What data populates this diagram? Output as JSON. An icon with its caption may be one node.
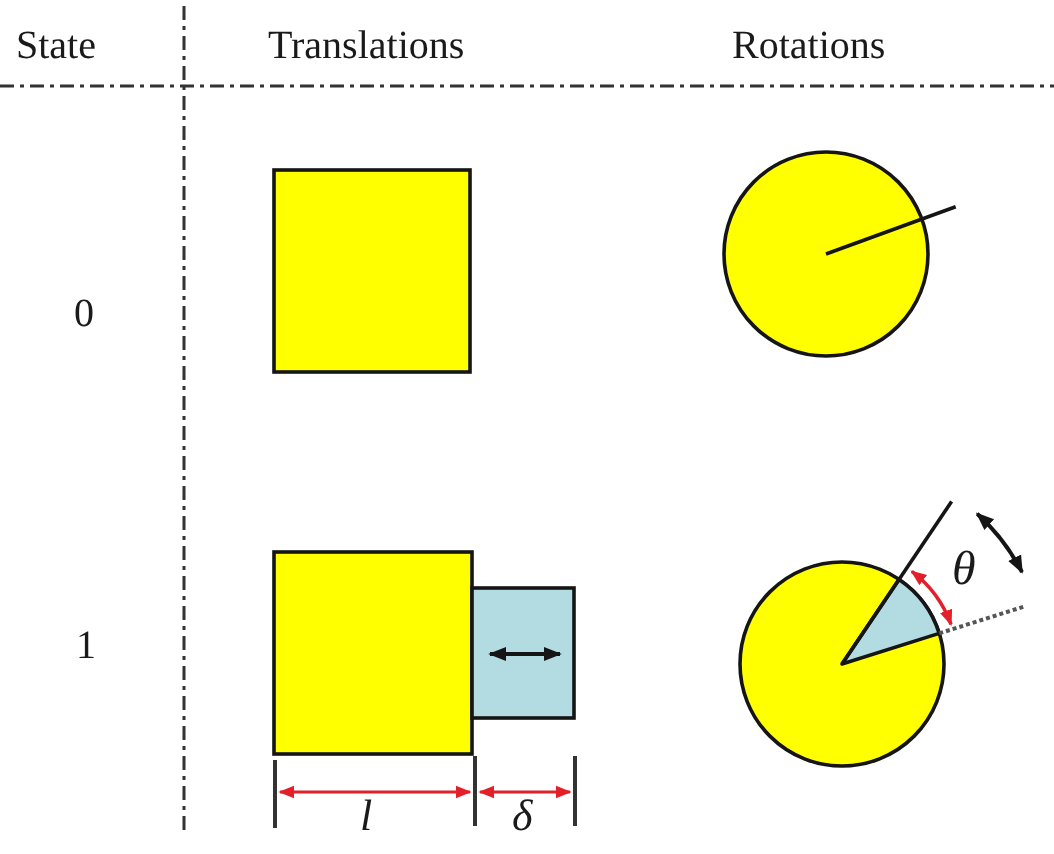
{
  "diagram": {
    "nodes": [
      {
        "text": [],
        "shape": "box"
      },
      {
        "text": [],
        "shape": "circle"
      },
      {
        "text": [],
        "shape": "box"
      },
      {
        "text": [],
        "shape": "box"
      },
      {
        "text": [],
        "shape": "circle"
      }
    ],
    "labels": [
      "State",
      "Translations",
      "Rotations",
      "0",
      "1",
      "θ",
      "l",
      "δ"
    ]
  }
}
